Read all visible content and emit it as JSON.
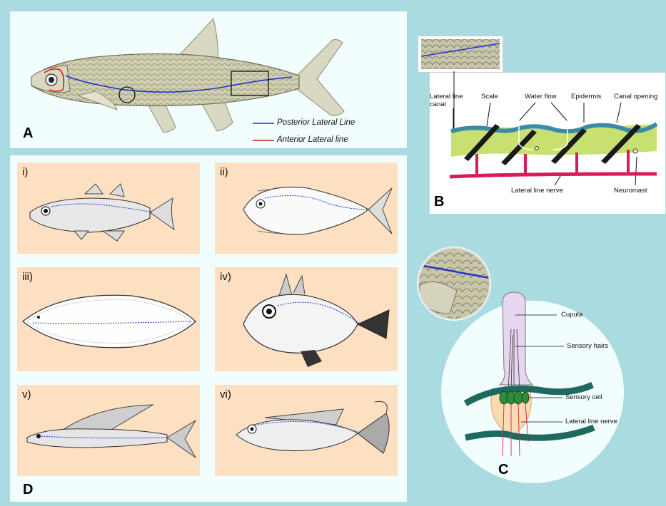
{
  "panel_labels": {
    "a": "A",
    "b": "B",
    "c": "C",
    "d": "D"
  },
  "legend": {
    "posterior": "Posterior Lateral Line",
    "anterior": "Anterior Lateral line"
  },
  "panel_d": {
    "labels": [
      "i)",
      "ii)",
      "iii)",
      "iv)",
      "v)",
      "vi)"
    ]
  },
  "panel_b": {
    "lateral_line_canal": [
      "Lateral line",
      "canal"
    ],
    "scale": "Scale",
    "water_flow": "Water flow",
    "epidermis": "Epidermis",
    "canal_opening": "Canal opening",
    "lateral_line_nerve": "Lateral line nerve",
    "neuromast": "Neuromast"
  },
  "panel_c": {
    "cupula": "Cupula",
    "sensory_hairs": "Sensory hairs",
    "sensory_cell": "Sensory cell",
    "lateral_line_nerve": "Lateral line nerve"
  },
  "colors": {
    "background": "#a9dbe1",
    "panel": "#f2fefd",
    "cell": "#fddfc1",
    "posterior_line": "#2233cc",
    "anterior_line": "#cc2222",
    "epidermis": "#3a8aa8",
    "canal": "#c8e070",
    "nerve": "#d81c5a",
    "cupula": "#e6d6ef",
    "sensory_cell": "#2f8c3a"
  }
}
